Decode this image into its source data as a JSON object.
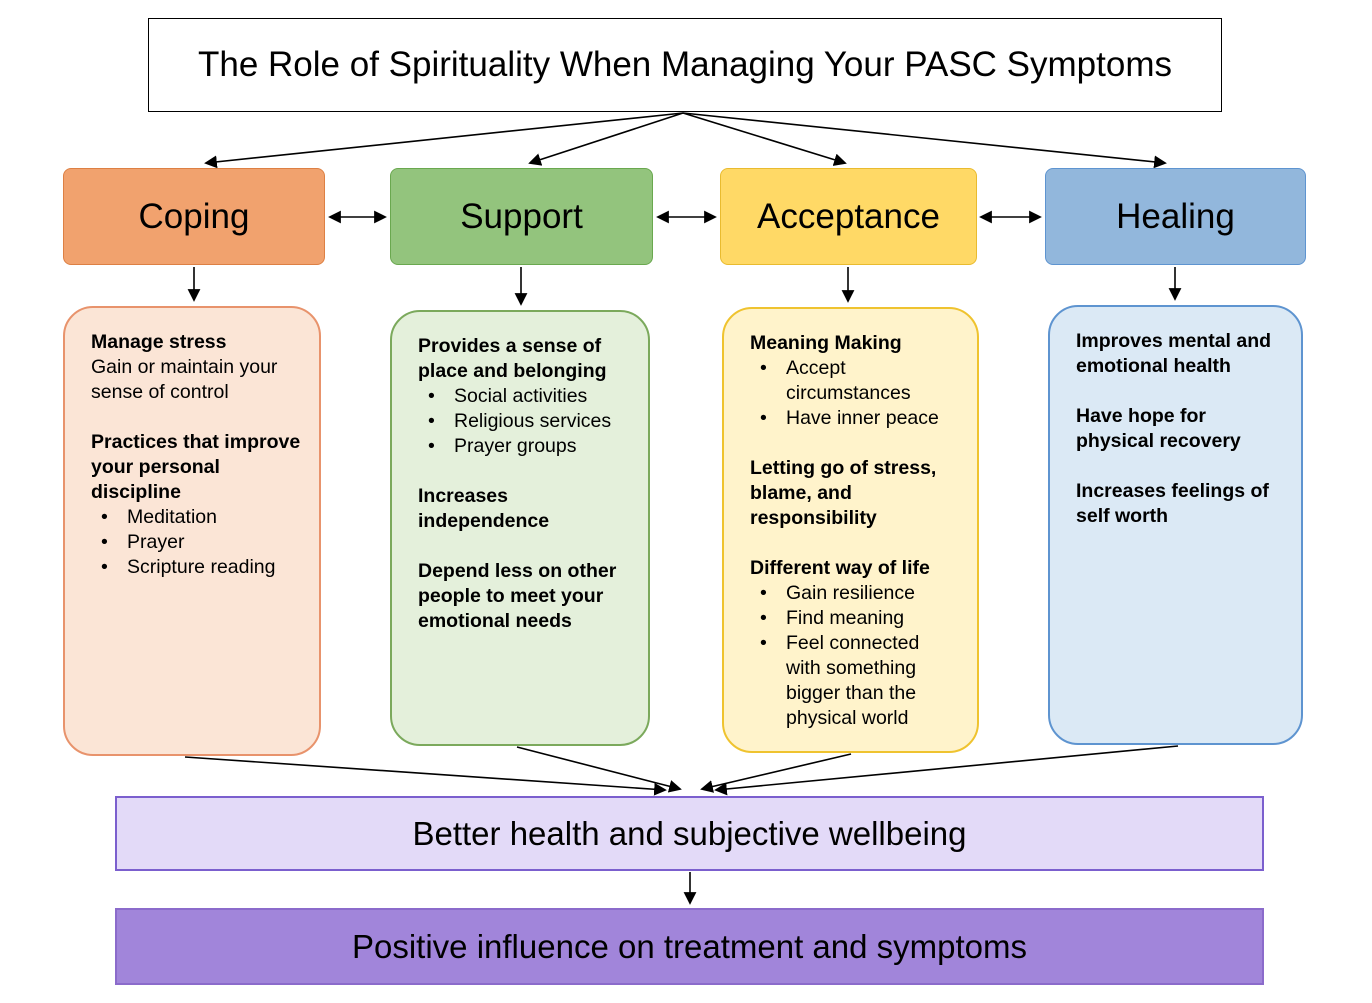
{
  "title": "The Role of Spirituality When Managing Your PASC Symptoms",
  "columns": [
    {
      "id": "coping",
      "header": "Coping",
      "blocks": [
        {
          "bold": "Manage stress",
          "text": "Gain or maintain your sense of control"
        },
        {
          "bold": "Practices that improve your personal discipline",
          "bullets": [
            "Meditation",
            "Prayer",
            "Scripture reading"
          ]
        }
      ]
    },
    {
      "id": "support",
      "header": "Support",
      "blocks": [
        {
          "bold": "Provides a sense of place and belonging",
          "bullets": [
            "Social activities",
            "Religious services",
            "Prayer groups"
          ]
        },
        {
          "bold": "Increases independence"
        },
        {
          "bold": "Depend less on other people to meet your emotional needs"
        }
      ]
    },
    {
      "id": "acceptance",
      "header": "Acceptance",
      "blocks": [
        {
          "bold": "Meaning Making",
          "bullets": [
            "Accept circumstances",
            "Have inner peace"
          ]
        },
        {
          "bold": "Letting go of stress, blame, and responsibility"
        },
        {
          "bold": "Different way of life",
          "bullets": [
            "Gain resilience",
            "Find meaning",
            "Feel connected with something bigger than the physical world"
          ]
        }
      ]
    },
    {
      "id": "healing",
      "header": "Healing",
      "blocks": [
        {
          "bold": "Improves mental and emotional health"
        },
        {
          "bold": "Have hope for physical recovery"
        },
        {
          "bold": "Increases feelings of self worth"
        }
      ]
    }
  ],
  "outcomes": {
    "primary": "Better health and subjective wellbeing",
    "secondary": "Positive influence on treatment and symptoms"
  },
  "colors": {
    "coping_fill": "#F1A26E",
    "coping_border": "#DD8044",
    "coping_light_fill": "#FBE5D6",
    "support_fill": "#93C47D",
    "support_border": "#6AA84F",
    "support_light_fill": "#E4F0DB",
    "acceptance_fill": "#FFD966",
    "acceptance_border": "#E9BB2F",
    "acceptance_light_fill": "#FFF3CB",
    "healing_fill": "#92B7DC",
    "healing_border": "#5E94D0",
    "healing_light_fill": "#DBE9F5",
    "outcome_primary_fill": "#E3DAF8",
    "outcome_primary_border": "#7B5FCE",
    "outcome_secondary_fill": "#A185DA",
    "arrow": "#000000"
  }
}
